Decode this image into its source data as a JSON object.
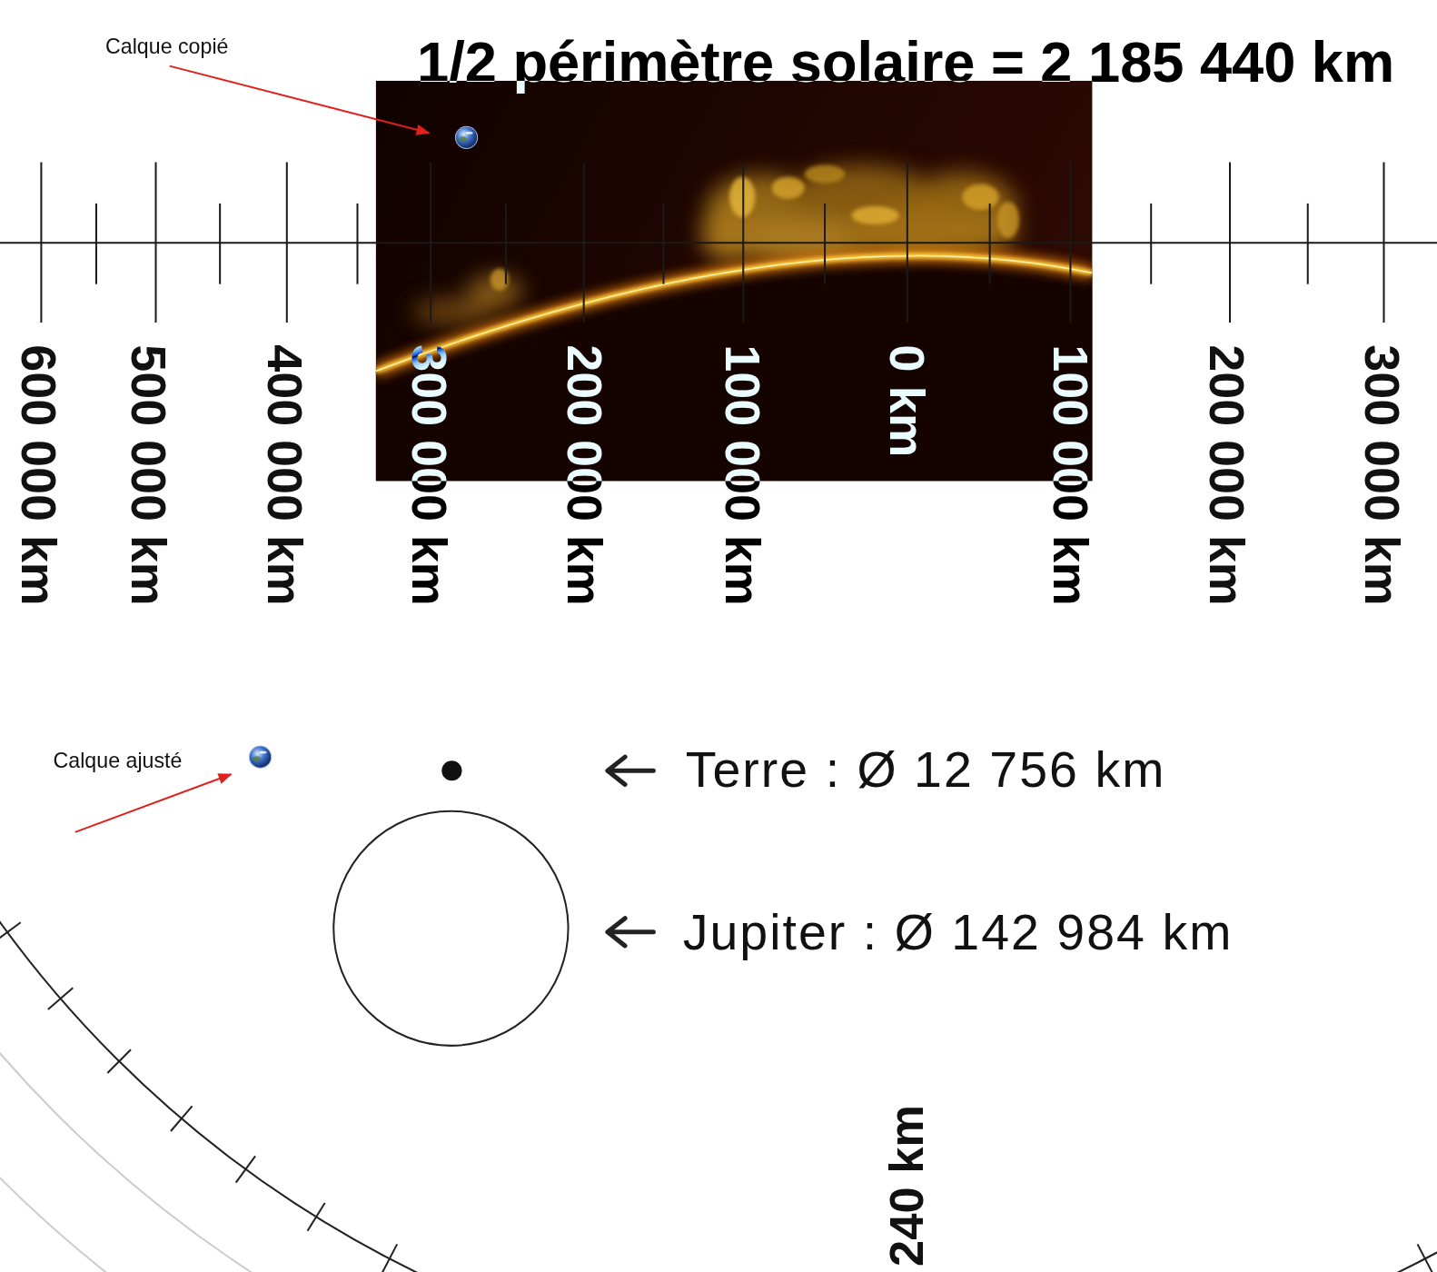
{
  "diagram": {
    "title": "1/2 périmètre solaire = 2 185 440 km",
    "labels": [
      "Calque copié",
      "600 000 km",
      "500 000 km",
      "400 000 km",
      "300 000 km",
      "200 000 km",
      "100 000 km",
      "0 km",
      "100 000 km",
      "200 000 km",
      "300 000 km",
      "Calque ajusté",
      "Terre : Ø 12 756 km",
      "Jupiter : Ø 142 984 km",
      "240 km"
    ]
  }
}
